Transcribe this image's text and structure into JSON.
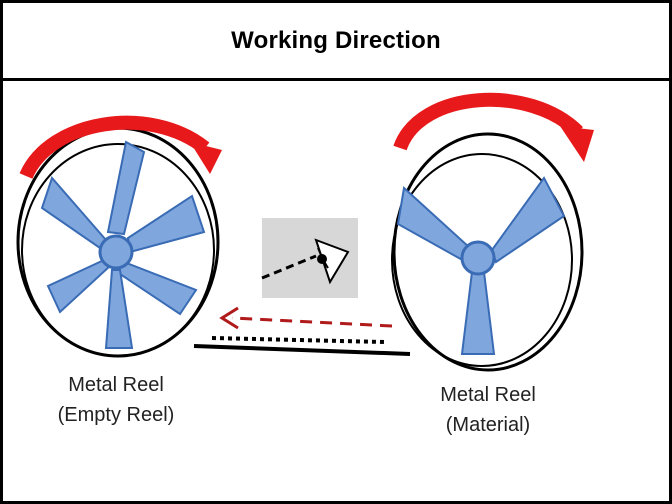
{
  "header": {
    "title": "Working Direction"
  },
  "left_reel": {
    "label_line1": "Metal Reel",
    "label_line2": "(Empty Reel)",
    "blade_count": 6
  },
  "right_reel": {
    "label_line1": "Metal Reel",
    "label_line2": "(Material)",
    "blade_count": 3
  },
  "colors": {
    "blade_fill": "#7fa7dd",
    "blade_stroke": "#3a6bb5",
    "rotation_arrow": "#e8191a",
    "material_arrow": "#b01a1a",
    "sensor_box": "#d7d7d7"
  },
  "icons": {
    "sensor": "eye-icon",
    "rotation": "curved-arrow-icon"
  }
}
